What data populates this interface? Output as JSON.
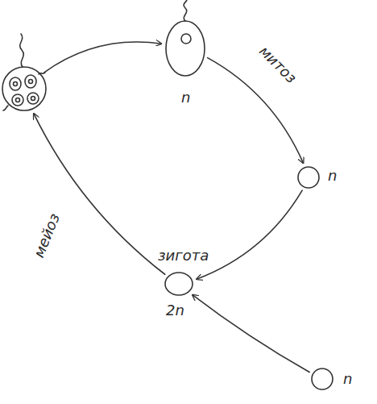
{
  "diagram": {
    "nodes": [
      {
        "text": []
      },
      {
        "text": [
          "n"
        ]
      },
      {
        "text": [
          "n"
        ]
      },
      {
        "text": [
          "зигота",
          "2n"
        ]
      },
      {
        "text": [
          "n"
        ]
      }
    ],
    "edges": [
      {
        "from": 0,
        "to": 1,
        "arrow": "to"
      },
      {
        "from": 1,
        "to": 2,
        "label": "митоз",
        "arrow": "to"
      },
      {
        "from": 2,
        "to": 3,
        "arrow": "to"
      },
      {
        "from": 4,
        "to": 3,
        "arrow": "to"
      },
      {
        "from": 3,
        "to": 0,
        "label": "мейоз",
        "arrow": "to"
      }
    ]
  }
}
